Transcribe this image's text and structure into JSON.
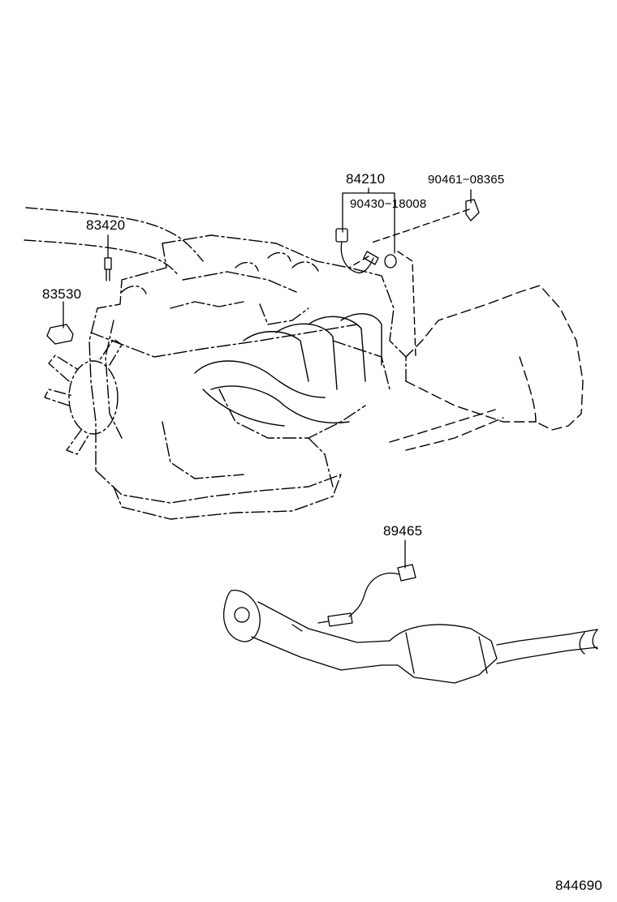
{
  "diagram": {
    "part_labels": {
      "p84210": "84210",
      "p90430": "90430−18008",
      "p90461": "90461−08365",
      "p83420": "83420",
      "p83530": "83530",
      "p89465": "89465"
    },
    "figure_number": "844690"
  }
}
